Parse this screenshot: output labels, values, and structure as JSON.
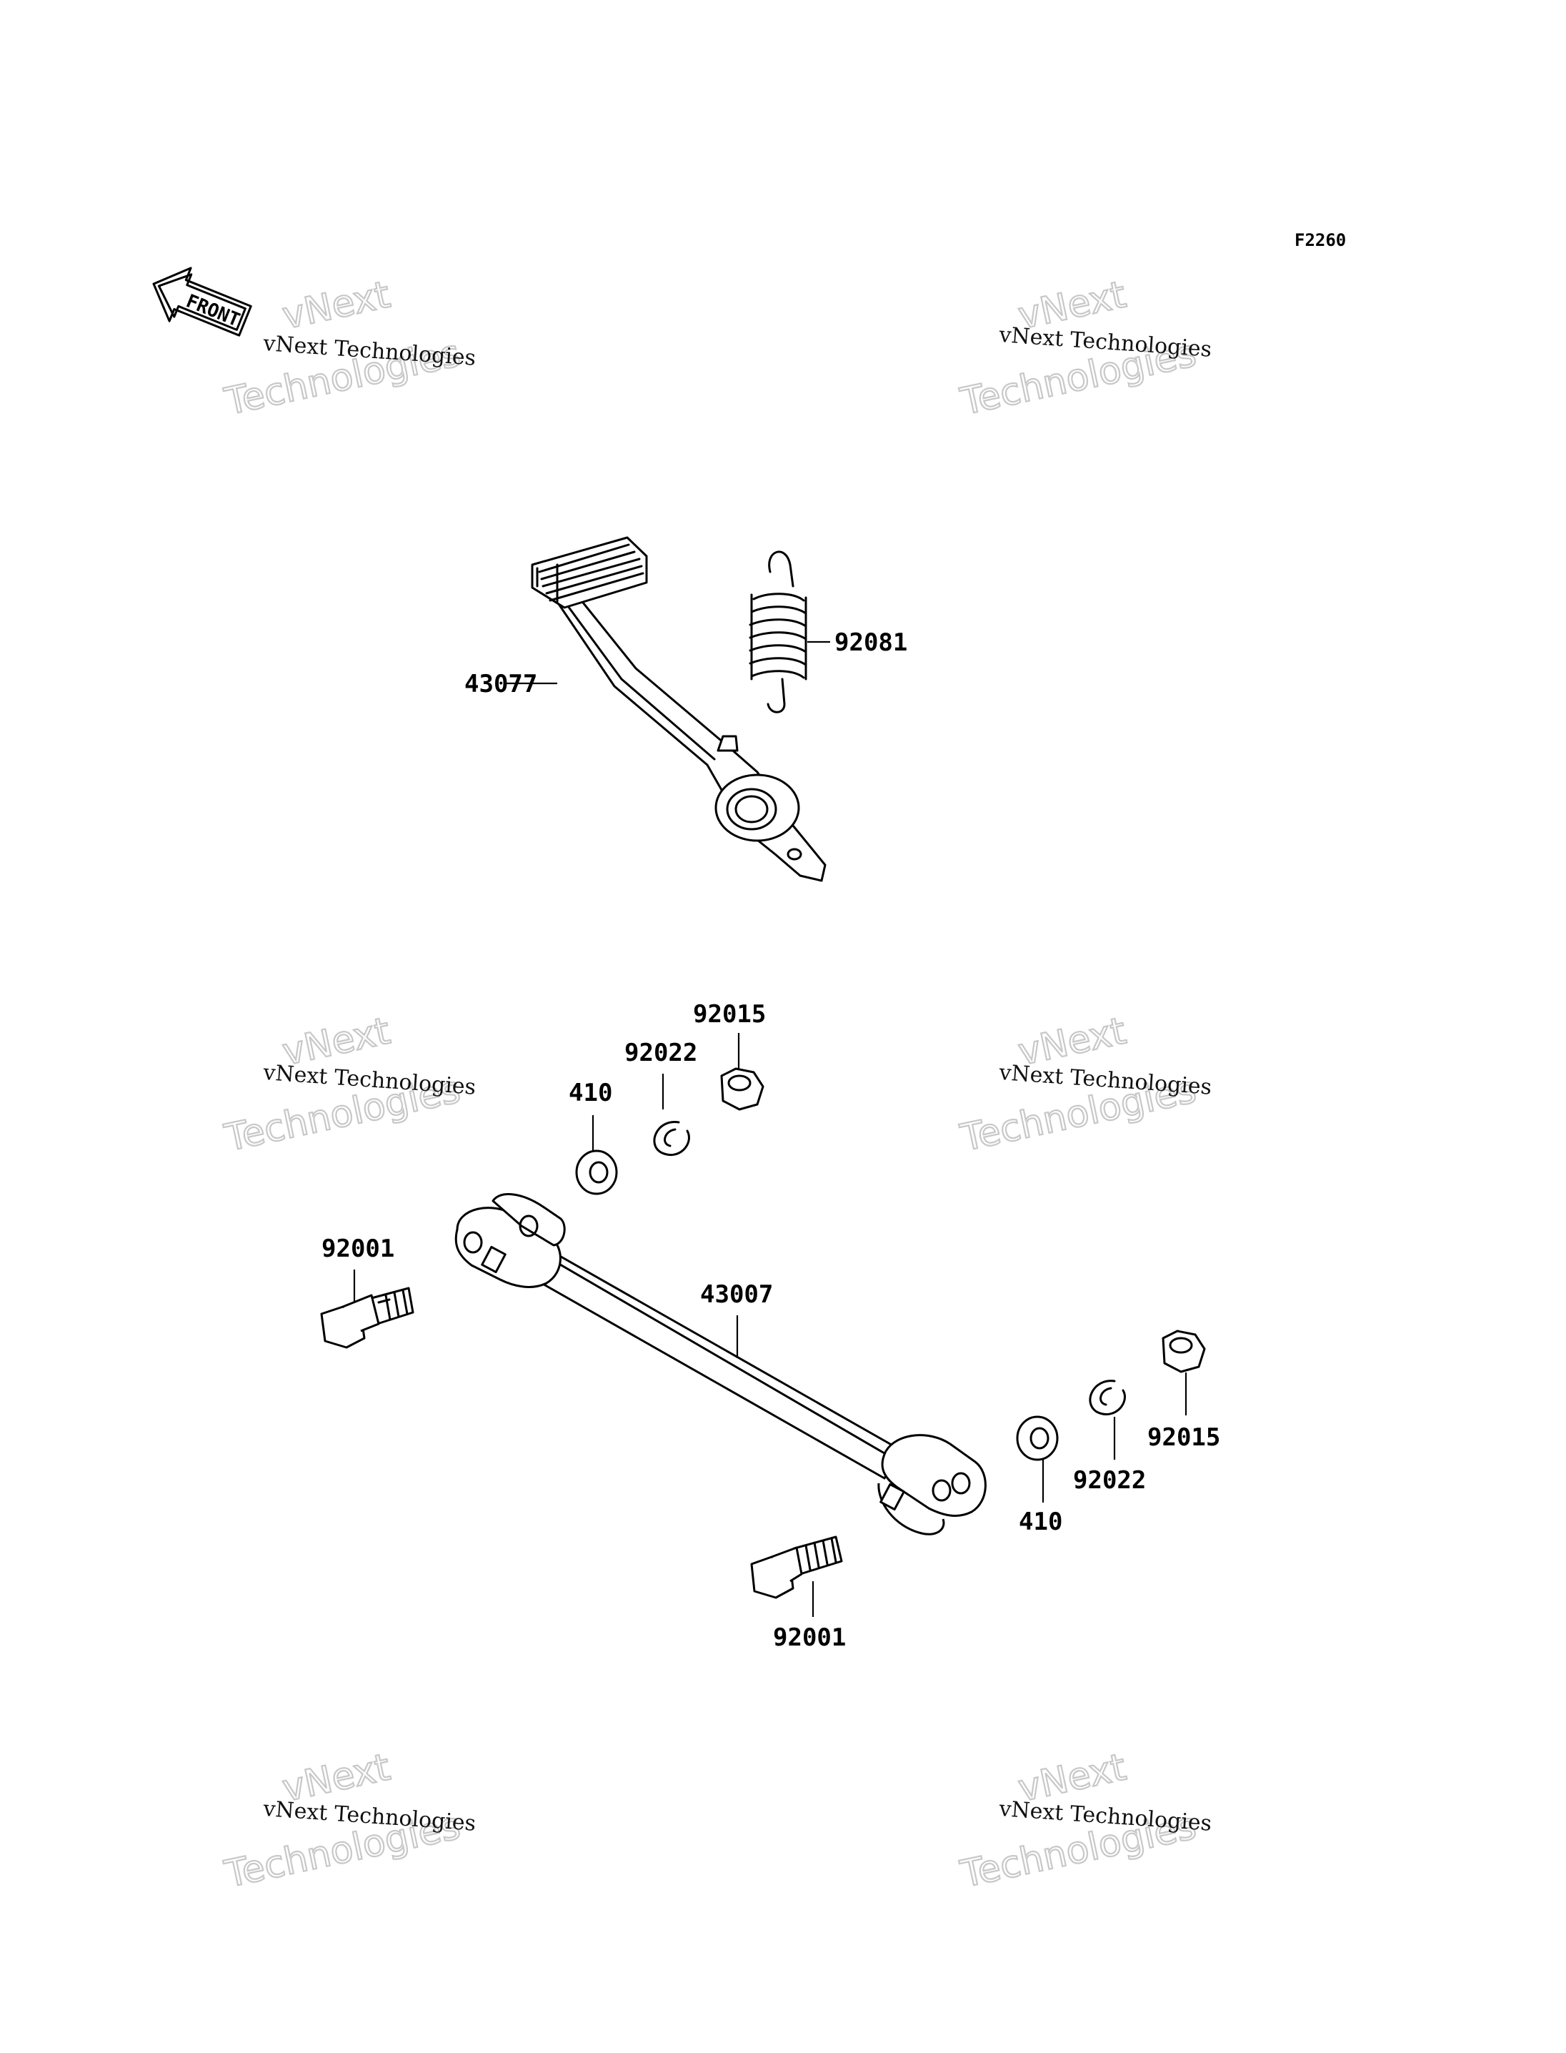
{
  "diagram": {
    "code": "F2260",
    "front_label": "FRONT",
    "watermark": {
      "line1": "vNext Technologies",
      "line2": "vNext",
      "line3": "Technologies"
    },
    "parts": {
      "pedal": "43077",
      "spring": "92081",
      "rod": "43007",
      "washer_upper": "410",
      "lock_washer_upper": "92022",
      "nut_upper": "92015",
      "bolt_left": "92001",
      "bolt_bottom": "92001",
      "washer_lower": "410",
      "lock_washer_lower": "92022",
      "nut_lower": "92015"
    }
  }
}
